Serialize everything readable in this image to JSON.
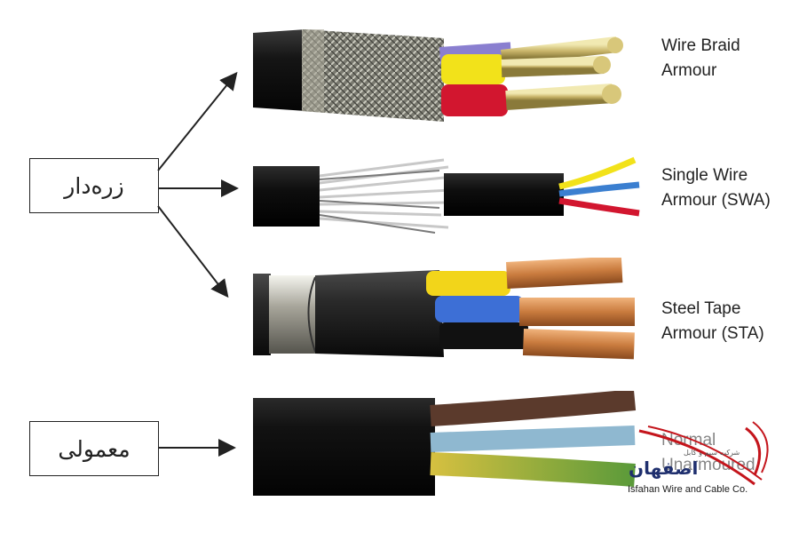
{
  "categories": {
    "armored": "زره‌دار",
    "normal": "معمولی"
  },
  "cables": [
    {
      "label_line1": "Wire Braid",
      "label_line2": "Armour"
    },
    {
      "label_line1": "Single Wire",
      "label_line2": "Armour (SWA)"
    },
    {
      "label_line1": "Steel Tape",
      "label_line2": "Armour (STA)"
    },
    {
      "label_line1": "Normal",
      "label_line2": "Unarmoured"
    }
  ],
  "logo": {
    "name_fa": "اصفهان",
    "subtitle_fa": "شرکت سیم و کابل",
    "name_en": "Isfahan Wire and Cable Co.",
    "colors": {
      "brand": "#1f2f6e",
      "accent": "#c4151c"
    }
  }
}
